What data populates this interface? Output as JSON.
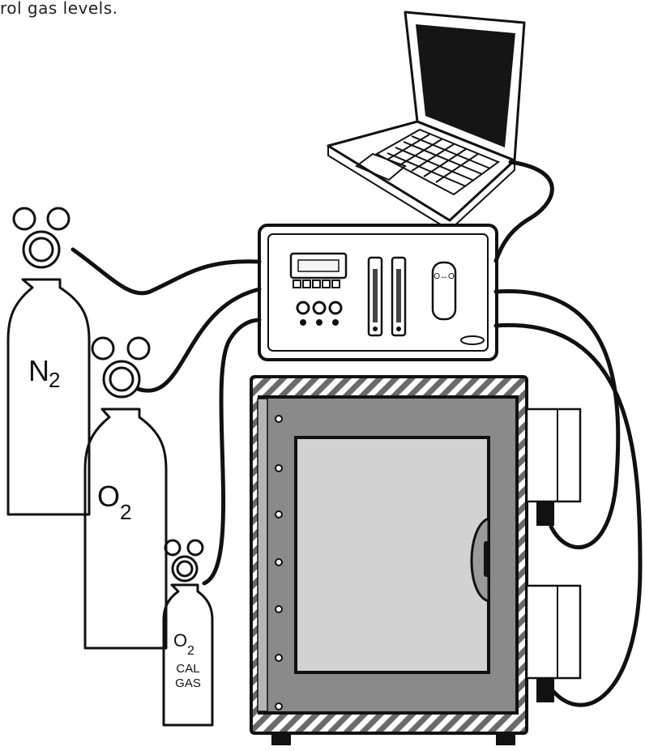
{
  "caption": "rol gas levels.",
  "cylinders": [
    {
      "label_main": "N",
      "label_sub": "2"
    },
    {
      "label_main": "O",
      "label_sub": "2"
    },
    {
      "label_main": "O",
      "label_sub": "2",
      "line1": "CAL",
      "line2": "GAS"
    }
  ],
  "controller": {
    "button_icon_text": "O↔O"
  }
}
